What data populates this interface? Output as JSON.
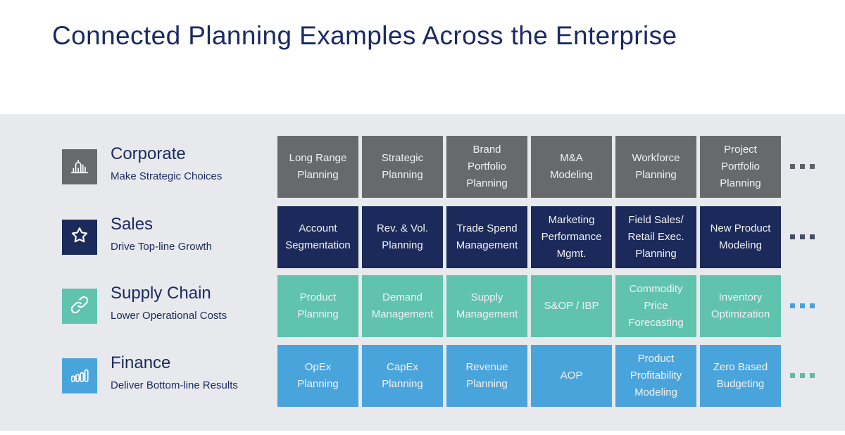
{
  "title": "Connected Planning Examples Across the Enterprise",
  "colors": {
    "background_band": "#e7e9ed",
    "title_text": "#1b2a64",
    "row_label_text": "#1b2a5e",
    "box_text": "#f2f2f2",
    "corporate_box": "#67696d",
    "sales_box": "#1b2a5a",
    "supply_chain_box": "#5fc3ae",
    "finance_box": "#4aa4dc",
    "corporate_dots": "#5d6169",
    "sales_dots": "#454e68",
    "supply_chain_dots": "#4a9fd9",
    "finance_dots": "#58bfa4"
  },
  "rows": [
    {
      "label": "Corporate",
      "subtitle": "Make Strategic Choices",
      "icon": "building-icon",
      "items": [
        "Long Range Planning",
        "Strategic Planning",
        "Brand Portfolio Planning",
        "M&A Modeling",
        "Workforce Planning",
        "Project Portfolio Planning"
      ]
    },
    {
      "label": "Sales",
      "subtitle": "Drive Top-line Growth",
      "icon": "star-icon",
      "items": [
        "Account Segmentation",
        "Rev. & Vol. Planning",
        "Trade Spend Management",
        "Marketing Performance Mgmt.",
        "Field Sales/ Retail Exec. Planning",
        "New Product Modeling"
      ]
    },
    {
      "label": "Supply Chain",
      "subtitle": "Lower Operational Costs",
      "icon": "chain-link-icon",
      "items": [
        "Product Planning",
        "Demand Management",
        "Supply Management",
        "S&OP / IBP",
        "Commodity Price Forecasting",
        "Inventory Optimization"
      ]
    },
    {
      "label": "Finance",
      "subtitle": "Deliver Bottom-line Results",
      "icon": "bar-chart-icon",
      "items": [
        "OpEx Planning",
        "CapEx Planning",
        "Revenue Planning",
        "AOP",
        "Product Profitability Modeling",
        "Zero Based Budgeting"
      ]
    }
  ]
}
